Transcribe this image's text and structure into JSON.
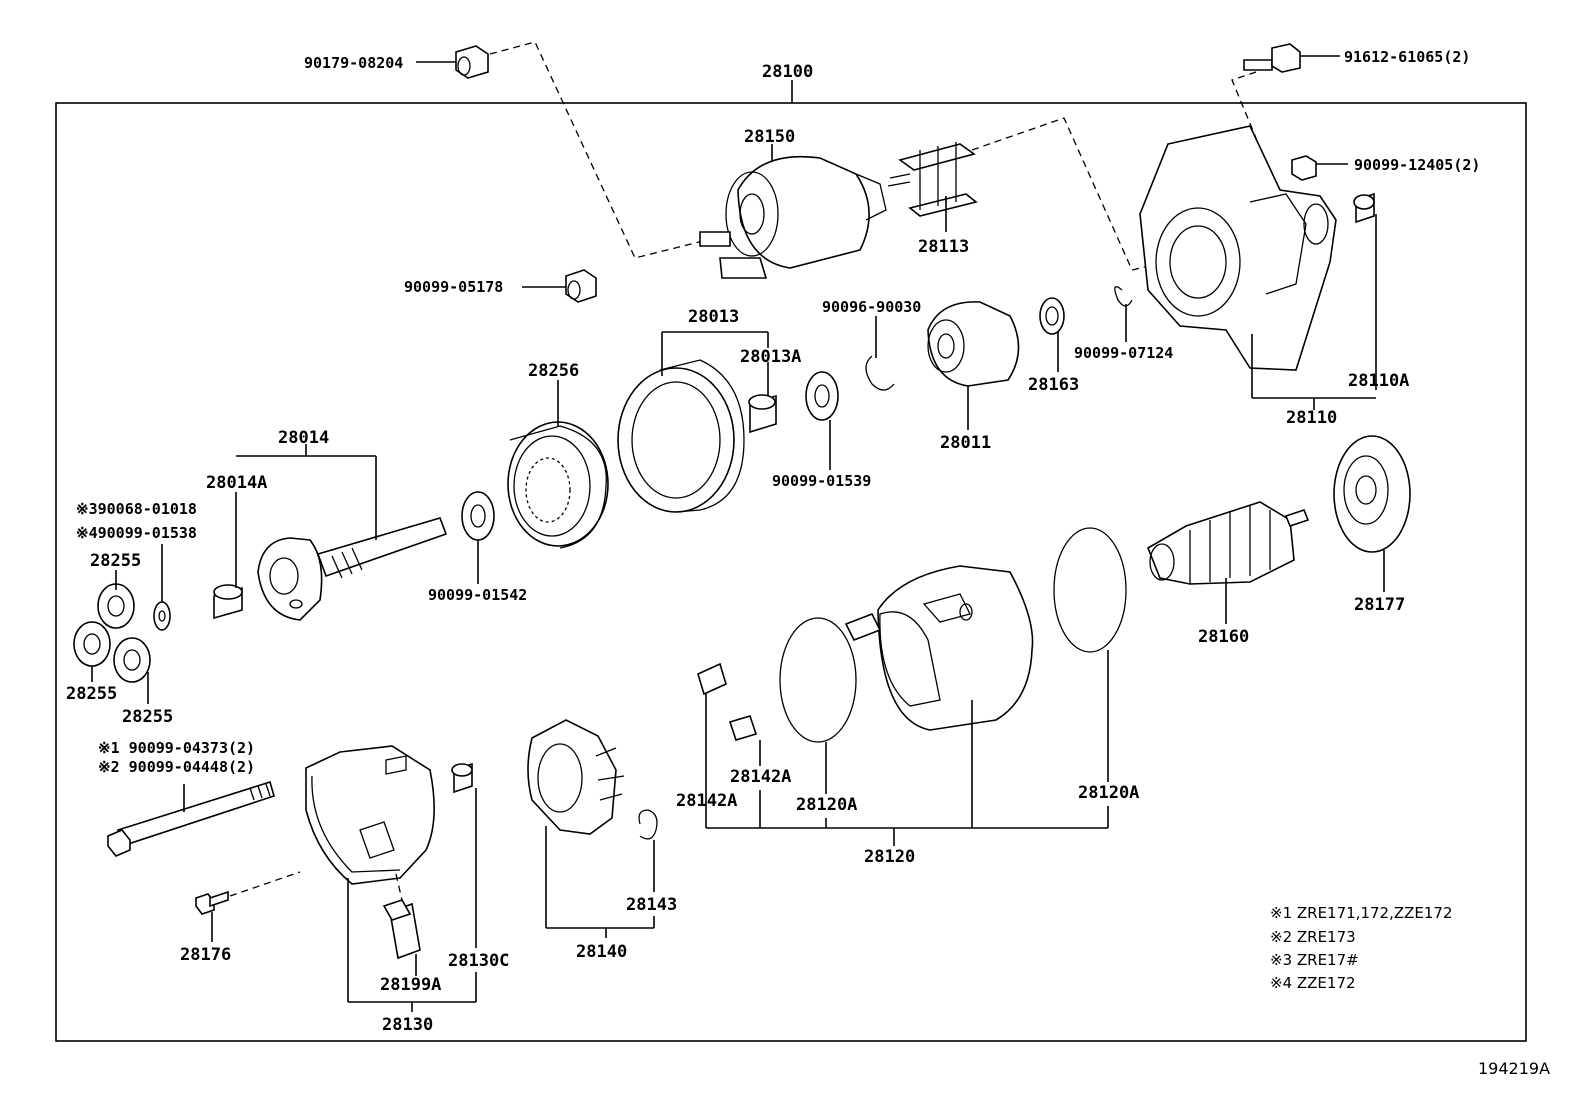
{
  "labels": {
    "p90179_08204": "90179-08204",
    "p28100": "28100",
    "p91612_61065": "91612-61065(2)",
    "p28150": "28150",
    "p90099_12405": "90099-12405(2)",
    "p28113": "28113",
    "p90099_05178": "90099-05178",
    "p28013": "28013",
    "p90096_90030": "90096-90030",
    "p28013A": "28013A",
    "p90099_07124": "90099-07124",
    "p28256": "28256",
    "p28163": "28163",
    "p28110A": "28110A",
    "p28011": "28011",
    "p28110": "28110",
    "p28014": "28014",
    "p90099_01539": "90099-01539",
    "p28014A": "28014A",
    "p90068_01018": "※390068-01018",
    "p90099_01538": "※490099-01538",
    "p28255_a": "28255",
    "p90099_01542": "90099-01542",
    "p28177": "28177",
    "p28160": "28160",
    "p28255_b": "28255",
    "p28255_c": "28255",
    "p90099_04373": "※1 90099-04373(2)",
    "p90099_04448": "※2 90099-04448(2)",
    "p28142A_a": "28142A",
    "p28142A_b": "28142A",
    "p28120A_a": "28120A",
    "p28120A_b": "28120A",
    "p28120": "28120",
    "p28143": "28143",
    "p28176": "28176",
    "p28130C": "28130C",
    "p28140": "28140",
    "p28199A": "28199A",
    "p28130": "28130"
  },
  "notes": [
    "※1 ZRE171,172,ZZE172",
    "※2 ZRE173",
    "※3 ZRE17#",
    "※4 ZZE172"
  ],
  "figure_ref": "194219A"
}
